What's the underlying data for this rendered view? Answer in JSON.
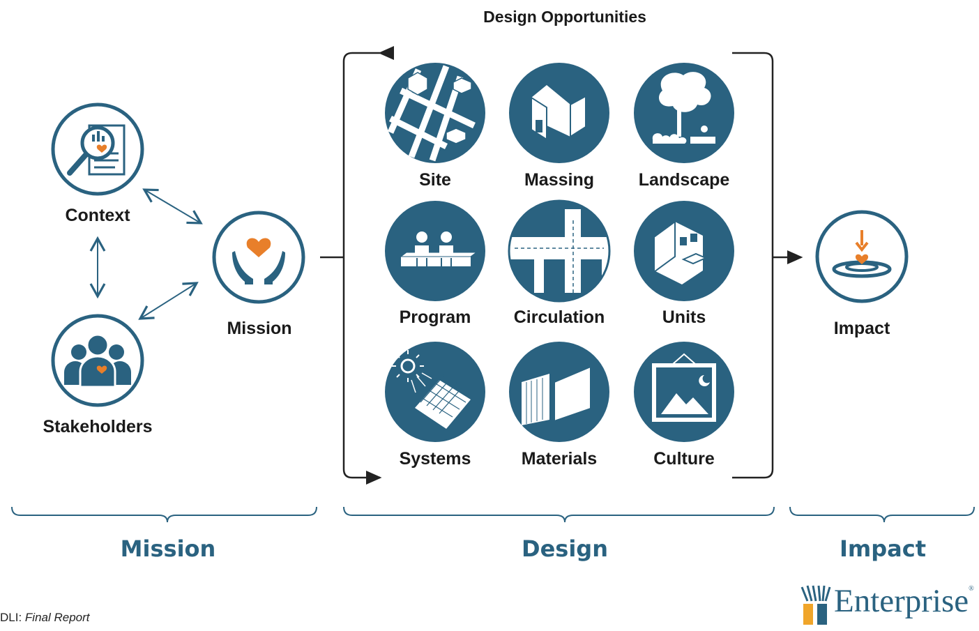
{
  "heading": "Design Opportunities",
  "left_nodes": {
    "context": "Context",
    "stakeholders": "Stakeholders",
    "mission": "Mission"
  },
  "opportunities": [
    "Site",
    "Massing",
    "Landscape",
    "Program",
    "Circulation",
    "Units",
    "Systems",
    "Materials",
    "Culture"
  ],
  "impact": "Impact",
  "phases": [
    "Mission",
    "Design",
    "Impact"
  ],
  "footer": {
    "prefix": "DLI: ",
    "title": "Final Report"
  },
  "brand": {
    "name": "Enterprise",
    "mark": "®"
  },
  "colors": {
    "circle": "#2a6280",
    "accent": "#e87f2a",
    "text": "#1a1a1a",
    "phase": "#2a6280"
  }
}
